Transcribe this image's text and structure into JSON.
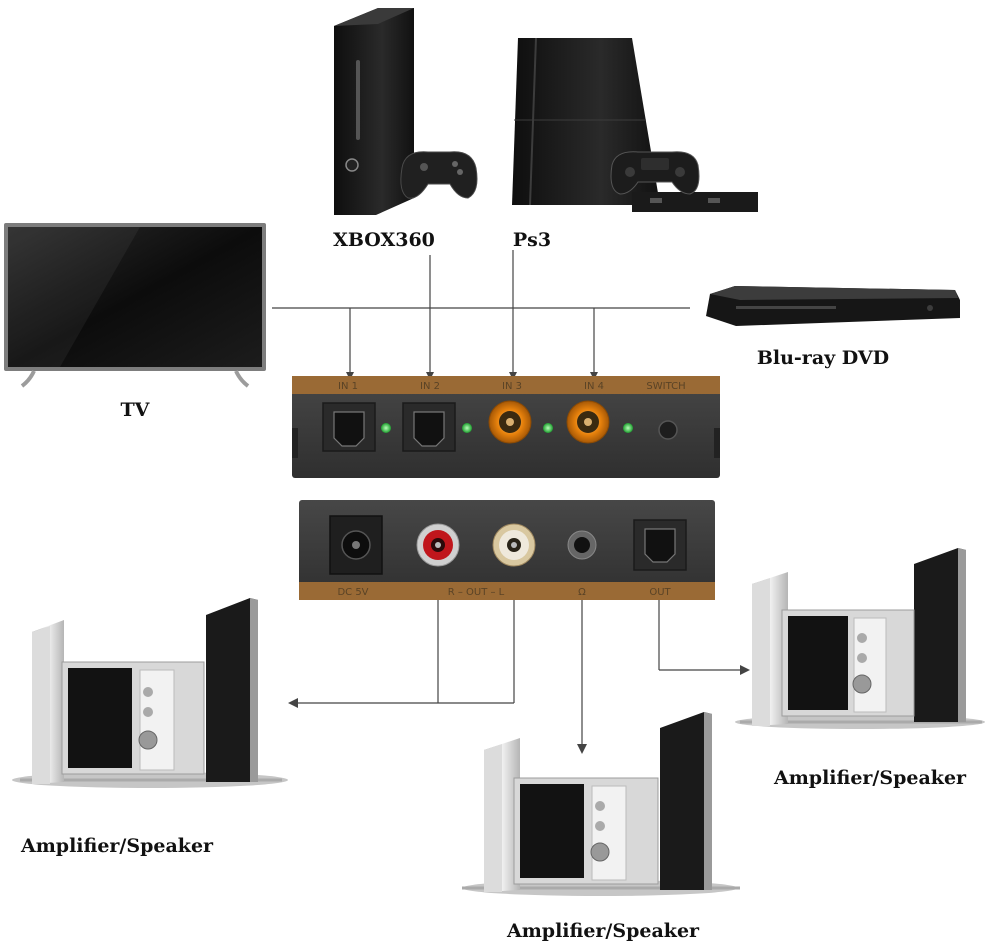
{
  "devices": {
    "tv": {
      "label": "TV"
    },
    "xbox": {
      "label": "XBOX360"
    },
    "ps": {
      "label": "Ps3"
    },
    "bluray": {
      "label": "Blu-ray DVD"
    },
    "speaker_left": {
      "label": "Amplifier/Speaker"
    },
    "speaker_center": {
      "label": "Amplifier/Speaker"
    },
    "speaker_right": {
      "label": "Amplifier/Speaker"
    }
  },
  "switch_front": {
    "ports": [
      "IN 1",
      "IN 2",
      "IN 3",
      "IN 4",
      "SWITCH"
    ]
  },
  "switch_back": {
    "ports": [
      "DC 5V",
      "R – OUT – L",
      "Ω",
      "OUT"
    ]
  },
  "colors": {
    "panel": "#3a3a3a",
    "strip": "#9a6a35",
    "led": "#2ecc40",
    "rca_orange": "#e8820c",
    "rca_red": "#c0161c",
    "rca_white": "#e9e2d3"
  }
}
